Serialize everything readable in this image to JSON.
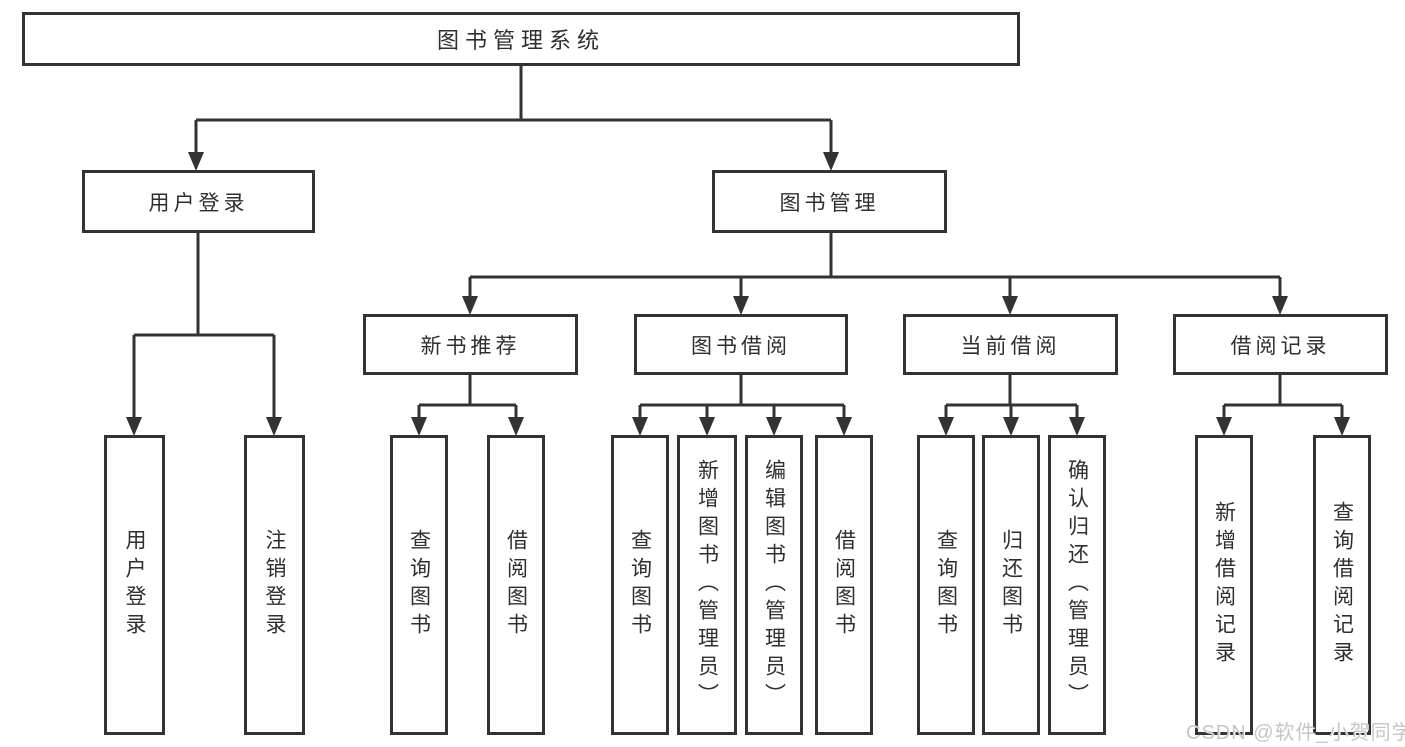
{
  "diagram": {
    "tree": {
      "label": "图书管理系统",
      "children": [
        {
          "label": "用户登录",
          "children": [
            {
              "label": "用户登录"
            },
            {
              "label": "注销登录"
            }
          ]
        },
        {
          "label": "图书管理",
          "children": [
            {
              "label": "新书推荐",
              "children": [
                {
                  "label": "查询图书"
                },
                {
                  "label": "借阅图书"
                }
              ]
            },
            {
              "label": "图书借阅",
              "children": [
                {
                  "label": "查询图书"
                },
                {
                  "label": "新增图书（管理员）"
                },
                {
                  "label": "编辑图书（管理员）"
                },
                {
                  "label": "借阅图书"
                }
              ]
            },
            {
              "label": "当前借阅",
              "children": [
                {
                  "label": "查询图书"
                },
                {
                  "label": "归还图书"
                },
                {
                  "label": "确认归还（管理员）"
                }
              ]
            },
            {
              "label": "借阅记录",
              "children": [
                {
                  "label": "新增借阅记录"
                },
                {
                  "label": "查询借阅记录"
                }
              ]
            }
          ]
        }
      ]
    },
    "watermark": "CSDN @软件_小贺同学"
  },
  "colors": {
    "line": "#333333",
    "text": "#2f2f2f",
    "watermark": "#c6c6c6",
    "background": "#ffffff"
  }
}
